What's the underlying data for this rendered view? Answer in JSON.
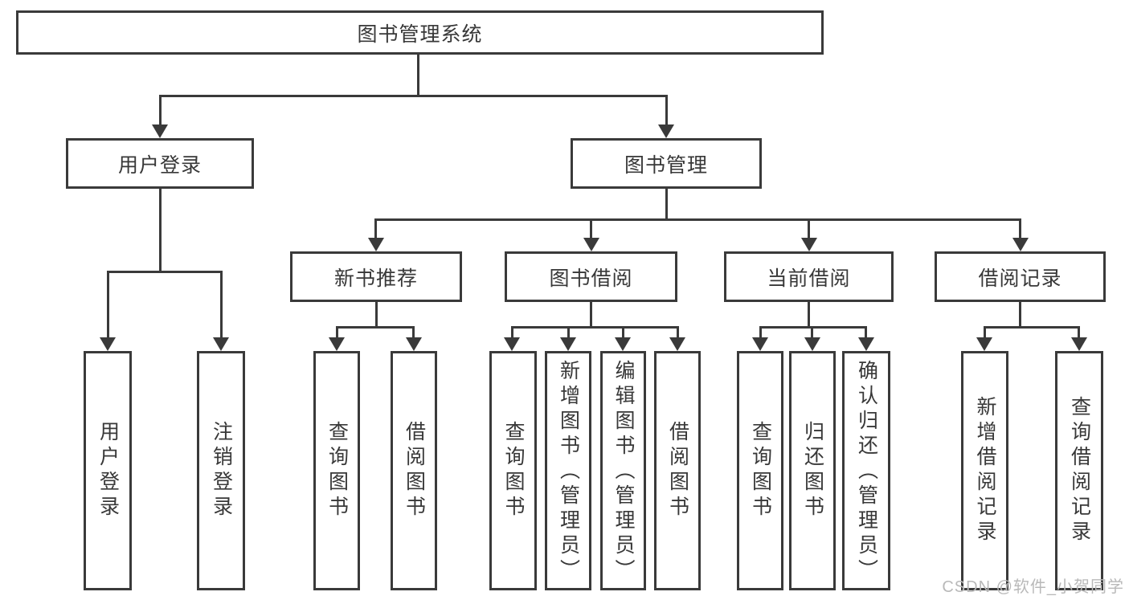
{
  "diagram": {
    "root": {
      "label": "图书管理系统"
    },
    "branches": [
      {
        "label": "用户登录",
        "children": [
          {
            "label": "用户登录"
          },
          {
            "label": "注销登录"
          }
        ]
      },
      {
        "label": "图书管理",
        "children": [
          {
            "label": "新书推荐",
            "children": [
              {
                "label": "查询图书"
              },
              {
                "label": "借阅图书"
              }
            ]
          },
          {
            "label": "图书借阅",
            "children": [
              {
                "label": "查询图书"
              },
              {
                "label": "新增图书（管理员）"
              },
              {
                "label": "编辑图书（管理员）"
              },
              {
                "label": "借阅图书"
              }
            ]
          },
          {
            "label": "当前借阅",
            "children": [
              {
                "label": "查询图书"
              },
              {
                "label": "归还图书"
              },
              {
                "label": "确认归还（管理员）"
              }
            ]
          },
          {
            "label": "借阅记录",
            "children": [
              {
                "label": "新增借阅记录"
              },
              {
                "label": "查询借阅记录"
              }
            ]
          }
        ]
      }
    ]
  },
  "watermark": {
    "text": "CSDN @软件_小贺同学"
  },
  "colors": {
    "line": "#3a3a3a",
    "text": "#383838",
    "watermark": "#b9b9b9",
    "background": "#ffffff"
  }
}
